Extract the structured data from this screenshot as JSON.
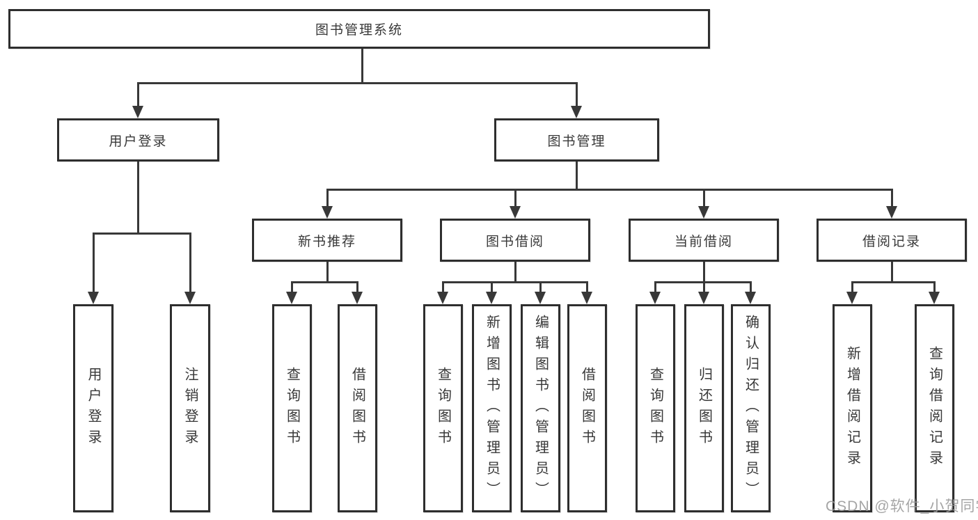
{
  "tree": {
    "root": "图书管理系统",
    "branches": [
      {
        "label": "用户登录",
        "leaves": [
          "用户登录",
          "注销登录"
        ]
      },
      {
        "label": "图书管理",
        "groups": [
          {
            "label": "新书推荐",
            "leaves": [
              "查询图书",
              "借阅图书"
            ]
          },
          {
            "label": "图书借阅",
            "leaves": [
              "查询图书",
              "新增图书（管理员）",
              "编辑图书（管理员）",
              "借阅图书"
            ]
          },
          {
            "label": "当前借阅",
            "leaves": [
              "查询图书",
              "归还图书",
              "确认归还（管理员）"
            ]
          },
          {
            "label": "借阅记录",
            "leaves": [
              "新增借阅记录",
              "查询借阅记录"
            ]
          }
        ]
      }
    ]
  },
  "watermark": "CSDN @软件_小贺同学",
  "colors": {
    "line": "#383838",
    "box_border": "#2e2e2e",
    "text": "#383838",
    "watermark": "#9b9b9b",
    "background": "#ffffff"
  }
}
